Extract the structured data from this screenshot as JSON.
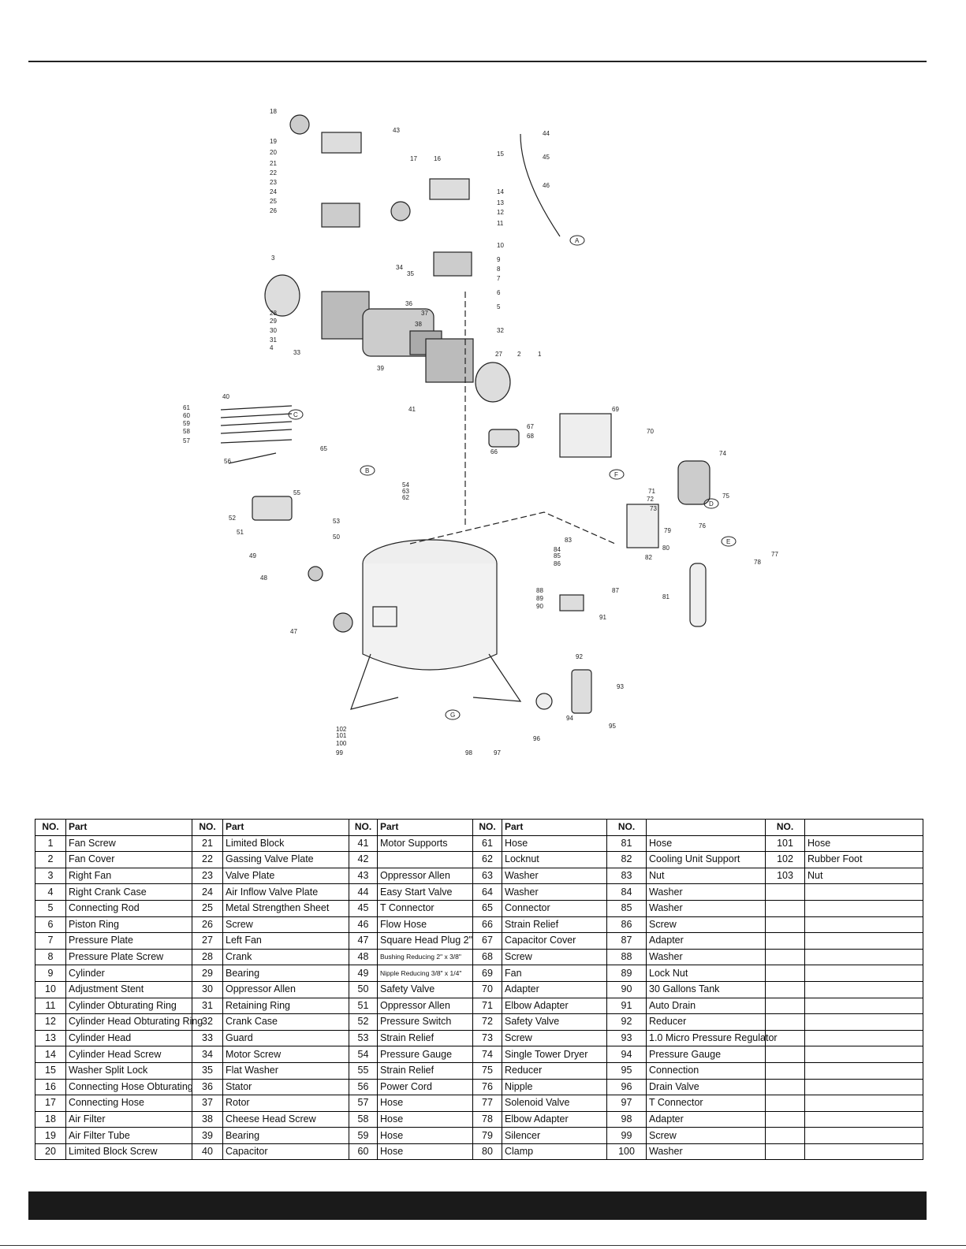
{
  "diagram": {
    "callouts": [
      "18",
      "19",
      "20",
      "21",
      "22",
      "23",
      "24",
      "25",
      "26",
      "43",
      "17",
      "16",
      "15",
      "14",
      "13",
      "12",
      "11",
      "10",
      "9",
      "8",
      "7",
      "6",
      "5",
      "44",
      "45",
      "46",
      "3",
      "34",
      "35",
      "36",
      "37",
      "38",
      "32",
      "28",
      "29",
      "30",
      "31",
      "4",
      "33",
      "39",
      "27",
      "2",
      "1",
      "40",
      "41",
      "61",
      "60",
      "59",
      "58",
      "57",
      "56",
      "67",
      "68",
      "69",
      "70",
      "66",
      "65",
      "74",
      "71",
      "72",
      "73",
      "75",
      "54",
      "63",
      "62",
      "55",
      "53",
      "52",
      "51",
      "50",
      "49",
      "48",
      "83",
      "84",
      "85",
      "86",
      "82",
      "80",
      "79",
      "76",
      "78",
      "77",
      "88",
      "89",
      "87",
      "90",
      "91",
      "81",
      "47",
      "92",
      "93",
      "94",
      "95",
      "96",
      "97",
      "98",
      "99",
      "100",
      "101",
      "102"
    ],
    "circled_letters": [
      "A",
      "B",
      "C",
      "D",
      "E",
      "F",
      "G"
    ]
  },
  "table": {
    "headers": [
      "NO.",
      "Part",
      "NO.",
      "Part",
      "NO.",
      "Part",
      "NO.",
      "Part",
      "NO.",
      "",
      "NO.",
      ""
    ],
    "rows": [
      [
        "1",
        "Fan Screw",
        "21",
        "Limited Block",
        "41",
        "Motor Supports",
        "61",
        "Hose",
        "81",
        "Hose",
        "101",
        "Hose"
      ],
      [
        "2",
        "Fan Cover",
        "22",
        "Gassing Valve Plate",
        "42",
        "",
        "62",
        "Locknut",
        "82",
        "Cooling Unit Support",
        "102",
        "Rubber Foot"
      ],
      [
        "3",
        "Right Fan",
        "23",
        "Valve Plate",
        "43",
        "Oppressor Allen",
        "63",
        "Washer",
        "83",
        "Nut",
        "103",
        "Nut"
      ],
      [
        "4",
        "Right Crank Case",
        "24",
        "Air Inflow Valve Plate",
        "44",
        "Easy Start Valve",
        "64",
        "Washer",
        "84",
        "Washer",
        "",
        ""
      ],
      [
        "5",
        "Connecting Rod",
        "25",
        "Metal Strengthen Sheet",
        "45",
        "T Connector",
        "65",
        "Connector",
        "85",
        "Washer",
        "",
        ""
      ],
      [
        "6",
        "Piston Ring",
        "26",
        "Screw",
        "46",
        "Flow Hose",
        "66",
        "Strain Relief",
        "86",
        "Screw",
        "",
        ""
      ],
      [
        "7",
        "Pressure Plate",
        "27",
        "Left Fan",
        "47",
        "Square Head Plug 2\"",
        "67",
        "Capacitor Cover",
        "87",
        "Adapter",
        "",
        ""
      ],
      [
        "8",
        "Pressure Plate Screw",
        "28",
        "Crank",
        "48",
        "Bushing Reducing 2\" x 3/8\"",
        "68",
        "Screw",
        "88",
        "Washer",
        "",
        ""
      ],
      [
        "9",
        "Cylinder",
        "29",
        "Bearing",
        "49",
        "Nipple Reducing 3/8\" x 1/4\"",
        "69",
        "Fan",
        "89",
        "Lock Nut",
        "",
        ""
      ],
      [
        "10",
        "Adjustment Stent",
        "30",
        "Oppressor Allen",
        "50",
        "Safety Valve",
        "70",
        "Adapter",
        "90",
        "30 Gallons Tank",
        "",
        ""
      ],
      [
        "11",
        "Cylinder Obturating Ring",
        "31",
        "Retaining Ring",
        "51",
        "Oppressor Allen",
        "71",
        "Elbow Adapter",
        "91",
        "Auto Drain",
        "",
        ""
      ],
      [
        "12",
        "Cylinder Head Obturating Ring",
        "32",
        "Crank Case",
        "52",
        "Pressure Switch",
        "72",
        "Safety Valve",
        "92",
        "Reducer",
        "",
        ""
      ],
      [
        "13",
        "Cylinder Head",
        "33",
        "Guard",
        "53",
        "Strain Relief",
        "73",
        "Screw",
        "93",
        "1.0 Micro Pressure Regulator",
        "",
        ""
      ],
      [
        "14",
        "Cylinder Head Screw",
        "34",
        "Motor Screw",
        "54",
        "Pressure Gauge",
        "74",
        "Single Tower Dryer",
        "94",
        "Pressure Gauge",
        "",
        ""
      ],
      [
        "15",
        "Washer Split Lock",
        "35",
        "Flat Washer",
        "55",
        "Strain Relief",
        "75",
        "Reducer",
        "95",
        "Connection",
        "",
        ""
      ],
      [
        "16",
        "Connecting Hose Obturating",
        "36",
        "Stator",
        "56",
        "Power Cord",
        "76",
        "Nipple",
        "96",
        "Drain Valve",
        "",
        ""
      ],
      [
        "17",
        "Connecting Hose",
        "37",
        "Rotor",
        "57",
        "Hose",
        "77",
        "Solenoid Valve",
        "97",
        "T Connector",
        "",
        ""
      ],
      [
        "18",
        "Air Filter",
        "38",
        "Cheese Head Screw",
        "58",
        "Hose",
        "78",
        "Elbow Adapter",
        "98",
        "Adapter",
        "",
        ""
      ],
      [
        "19",
        "Air Filter Tube",
        "39",
        "Bearing",
        "59",
        "Hose",
        "79",
        "Silencer",
        "99",
        "Screw",
        "",
        ""
      ],
      [
        "20",
        "Limited Block Screw",
        "40",
        "Capacitor",
        "60",
        "Hose",
        "80",
        "Clamp",
        "100",
        "Washer",
        "",
        ""
      ]
    ]
  }
}
